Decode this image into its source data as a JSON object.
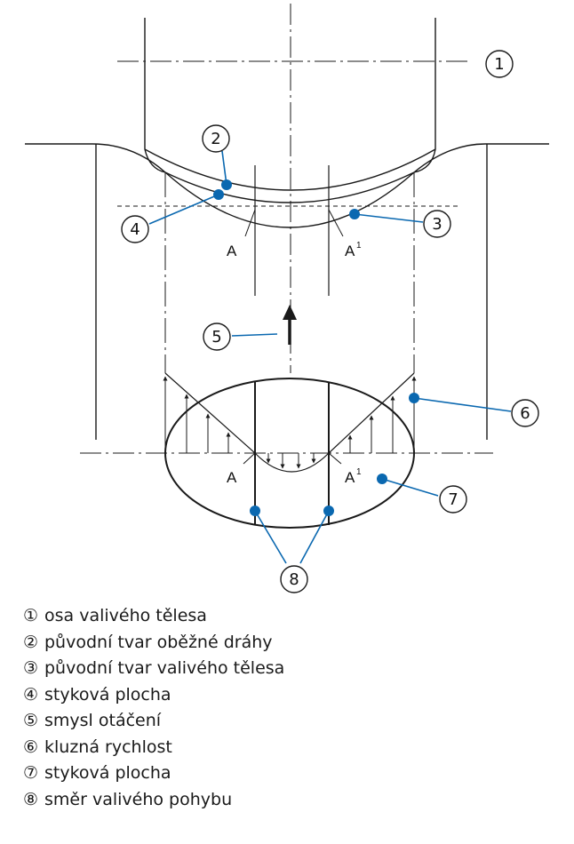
{
  "markers": {
    "m1": "1",
    "m2": "2",
    "m3": "3",
    "m4": "4",
    "m5": "5",
    "m6": "6",
    "m7": "7",
    "m8": "8"
  },
  "points": {
    "a_upper": "A",
    "a1_upper": "A",
    "a1_upper_sup": "1",
    "a_lower": "A",
    "a1_lower": "A",
    "a1_lower_sup": "1"
  },
  "legend": [
    {
      "num": "①",
      "text": "osa valivého tělesa"
    },
    {
      "num": "②",
      "text": "původní tvar oběžné dráhy"
    },
    {
      "num": "③",
      "text": "původní tvar valivého tělesa"
    },
    {
      "num": "④",
      "text": "styková plocha"
    },
    {
      "num": "⑤",
      "text": "smysl otáčení"
    },
    {
      "num": "⑥",
      "text": "kluzná rychlost"
    },
    {
      "num": "⑦",
      "text": "styková plocha"
    },
    {
      "num": "⑧",
      "text": "směr valivého pohybu"
    }
  ],
  "colors": {
    "line": "#1a1a1a",
    "callout": "#0a68b0",
    "dot": "#0a68b0"
  }
}
